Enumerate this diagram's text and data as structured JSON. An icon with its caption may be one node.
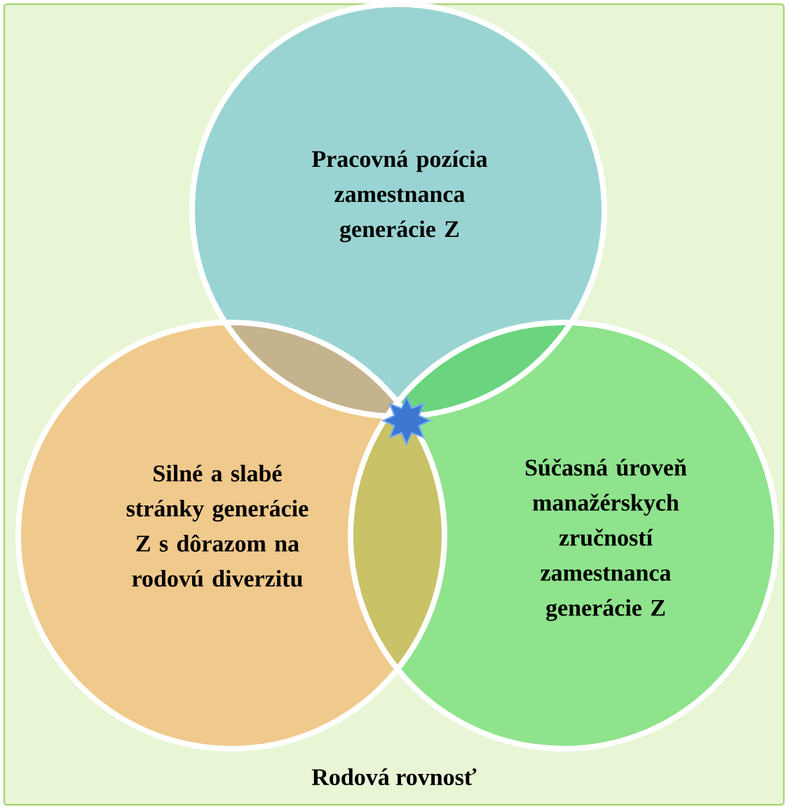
{
  "diagram": {
    "nodes": [
      {
        "text": [
          "Rodová rovnosť"
        ]
      },
      {
        "text": [
          "Pracovná pozícia zamestnanca generácie Z"
        ],
        "in": 0
      },
      {
        "text": [
          "Silné a slabé stránky generácie Z s dôrazom na rodovú diverzitu"
        ],
        "in": 0
      },
      {
        "text": [
          "Súčasná úroveň manažérskych zručností zamestnanca generácie Z"
        ],
        "in": 0
      }
    ]
  }
}
